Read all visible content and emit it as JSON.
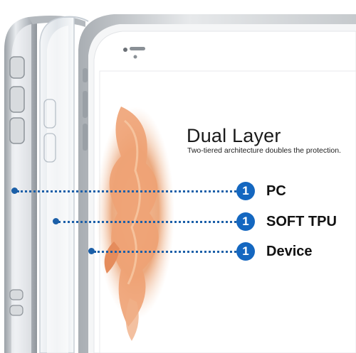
{
  "heading": {
    "title": "Dual Layer",
    "subtitle": "Two-tiered architecture doubles the protection."
  },
  "callouts": [
    {
      "number": "1",
      "label": "PC"
    },
    {
      "number": "1",
      "label": "SOFT TPU"
    },
    {
      "number": "1",
      "label": "Device"
    }
  ],
  "colors": {
    "accent_blue": "#1467c0",
    "frame_silver": "#c9cdd2",
    "clear_tpu": "#e6ebf0",
    "fish_orange": "#e9a070"
  }
}
